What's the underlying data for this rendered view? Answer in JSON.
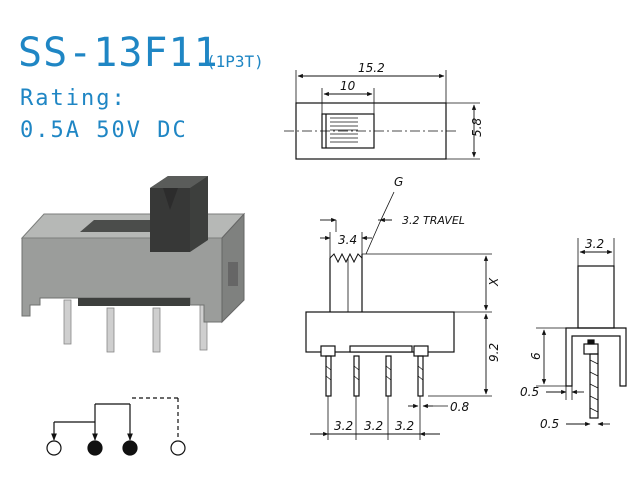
{
  "header": {
    "model": "SS-13F11",
    "config": "(1P3T)",
    "rating_label": "Rating:",
    "rating_value": "0.5A  50V  DC"
  },
  "colors": {
    "accent": "#1f86c4",
    "line": "#111111",
    "body": "#9a9c9a"
  },
  "top_view": {
    "overall_width": "15.2",
    "slot_width": "10",
    "height": "5.8"
  },
  "front_view": {
    "gap_label": "G",
    "actuator_width": "3.4",
    "travel": "3.2 TRAVEL",
    "actuator_height": "X",
    "overall_height": "9.2",
    "pin_width": "0.8",
    "pin_pitch": [
      "3.2",
      "3.2",
      "3.2"
    ]
  },
  "side_view": {
    "actuator_width": "3.2",
    "body_height": "6",
    "pin_offset": "0.5",
    "pin_thickness": "0.5"
  },
  "schematic": {
    "terminals": [
      {
        "id": "t1",
        "state": "open"
      },
      {
        "id": "t2",
        "state": "closed"
      },
      {
        "id": "t3",
        "state": "closed"
      },
      {
        "id": "t4",
        "state": "open"
      }
    ]
  }
}
